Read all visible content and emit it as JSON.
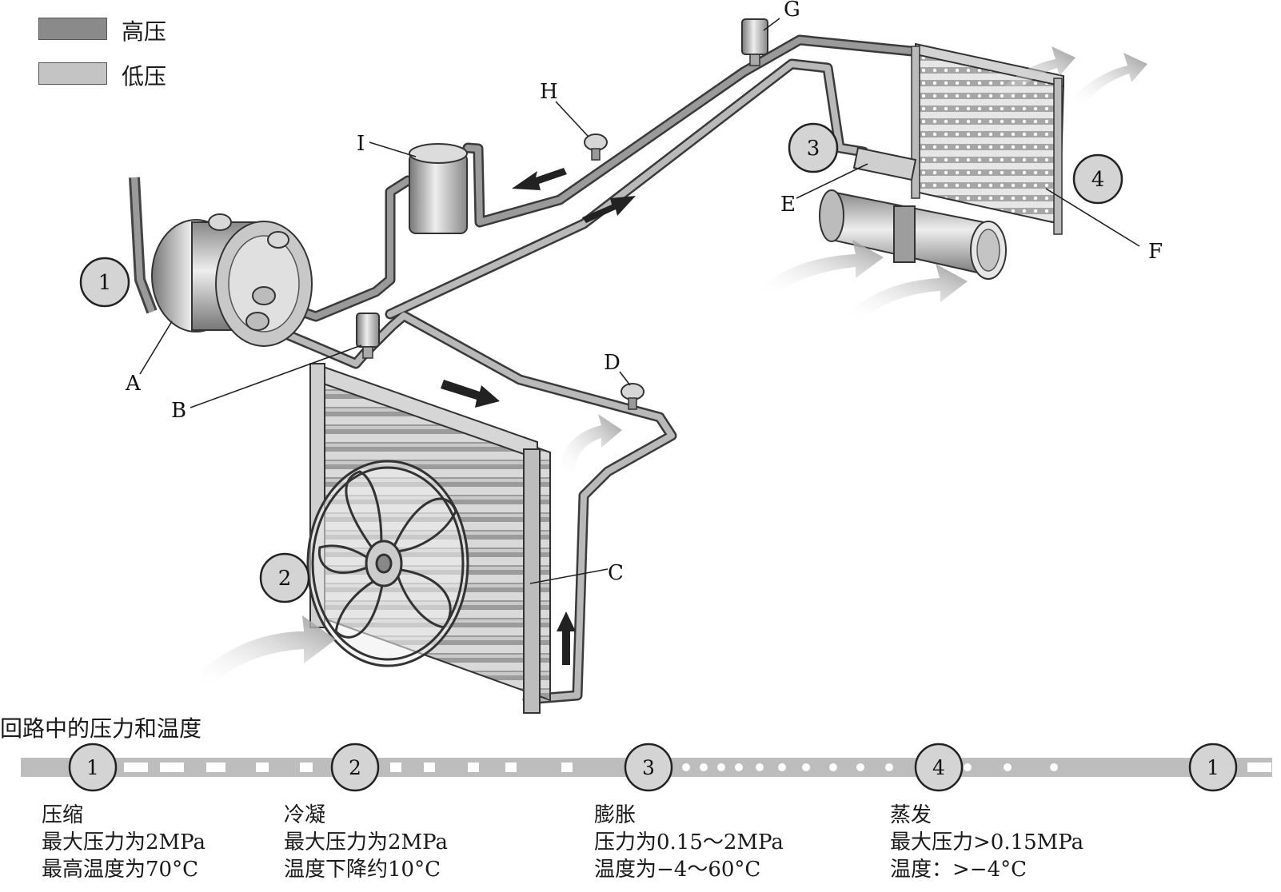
{
  "legend": [
    {
      "label": "高压",
      "color": "#8a8a8a"
    },
    {
      "label": "低压",
      "color": "#c4c4c4"
    }
  ],
  "component_labels": {
    "A": "A",
    "B": "B",
    "C": "C",
    "D": "D",
    "E": "E",
    "F": "F",
    "G": "G",
    "H": "H",
    "I": "I"
  },
  "stage_numbers": [
    "1",
    "2",
    "3",
    "4"
  ],
  "cycle": {
    "title": "回路中的压力和温度",
    "nodes": [
      "1",
      "2",
      "3",
      "4",
      "1"
    ],
    "stages": [
      {
        "name": "压缩",
        "line1": "最大压力为2MPa",
        "line2": "最高温度为70°C"
      },
      {
        "name": "冷凝",
        "line1": "最大压力为2MPa",
        "line2": "温度下降约10°C"
      },
      {
        "name": "膨胀",
        "line1": "压力为0.15～2MPa",
        "line2": "温度为−4～60°C"
      },
      {
        "name": "蒸发",
        "line1": "最大压力>0.15MPa",
        "line2": "温度：>−4°C"
      }
    ]
  }
}
